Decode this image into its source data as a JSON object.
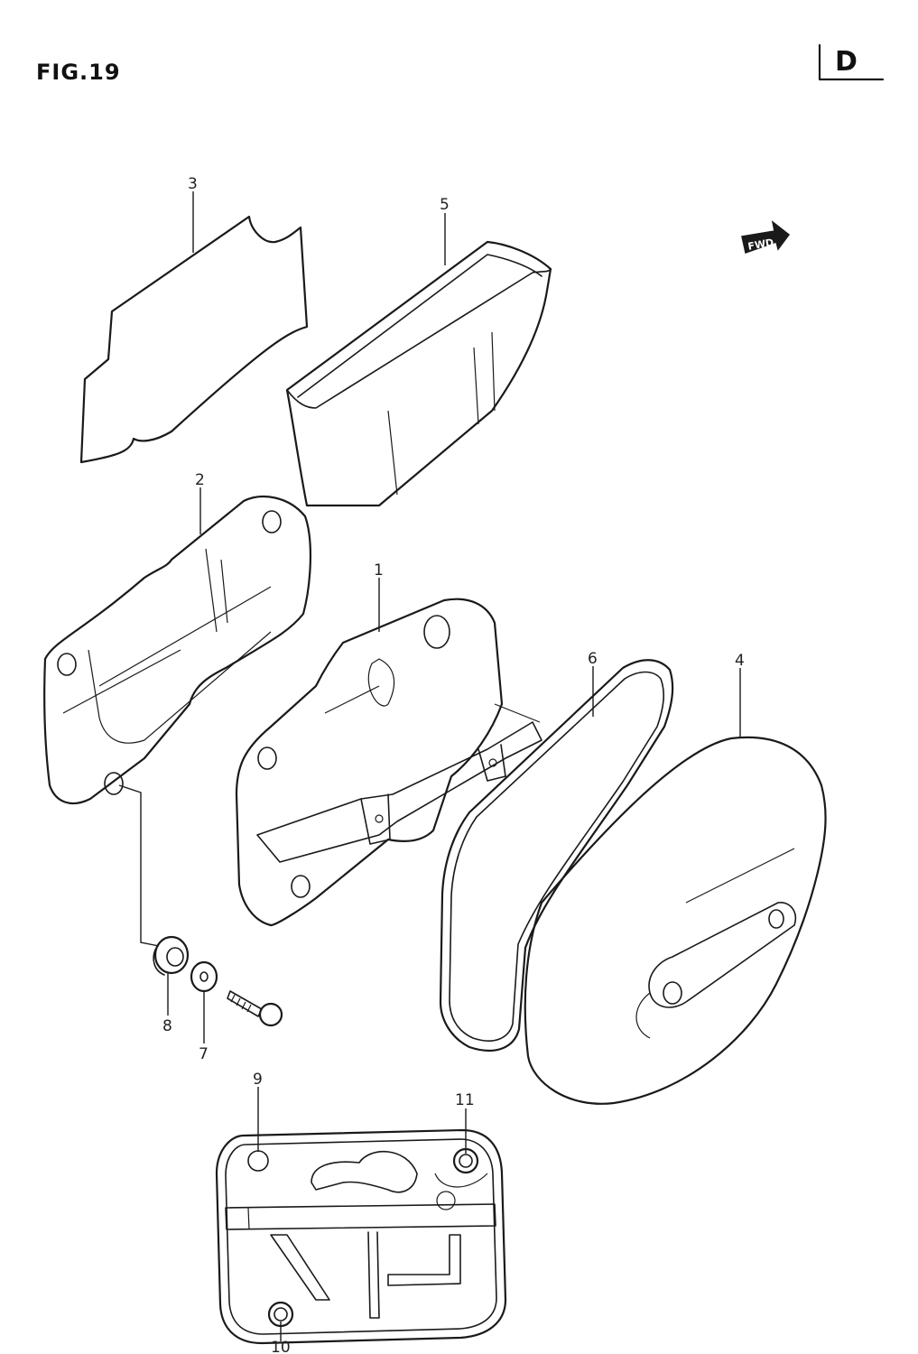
{
  "figure": {
    "title": "FIG.19",
    "badge": "D"
  },
  "direction_marker": {
    "label": "FWD"
  },
  "callouts": {
    "p1": "1",
    "p2": "2",
    "p3": "3",
    "p4": "4",
    "p5": "5",
    "p6": "6",
    "p7": "7",
    "p8": "8",
    "p9": "9",
    "p10": "10",
    "p11": "11"
  }
}
